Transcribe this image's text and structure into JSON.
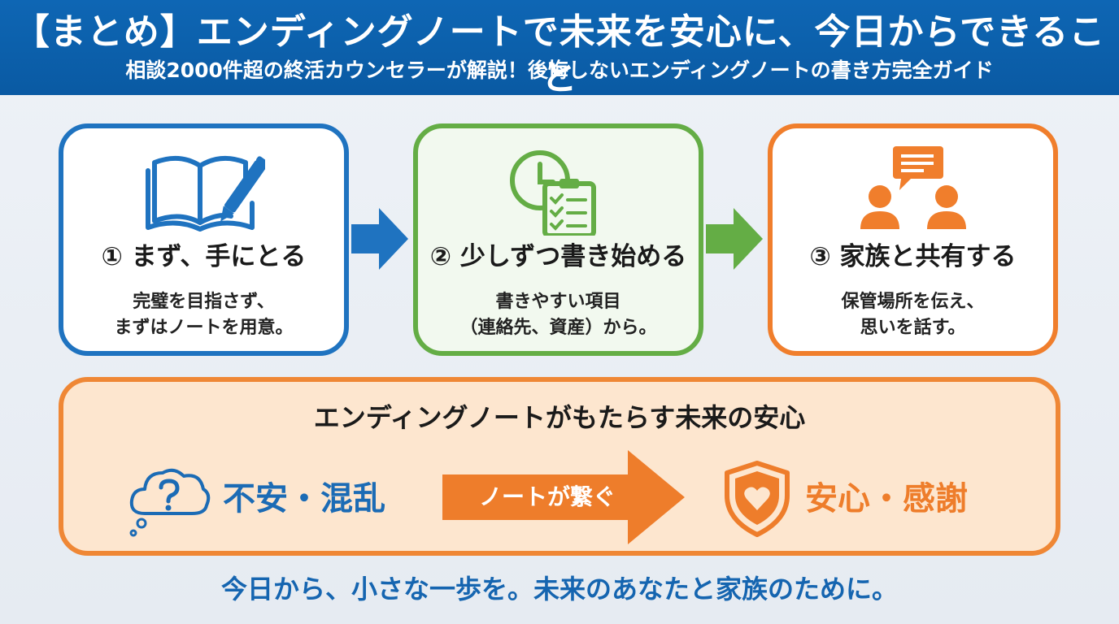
{
  "header": {
    "title": "【まとめ】エンディングノートで未来を安心に、今日からできること",
    "subtitle": "相談2000件超の終活カウンセラーが解説！後悔しないエンディングノートの書き方完全ガイド"
  },
  "steps": [
    {
      "title": "① まず、手にとる",
      "desc_line1": "完璧を目指さず、",
      "desc_line2": "まずはノートを用意。",
      "icon": "open-notebook-pen-icon",
      "color": "#1f73c0"
    },
    {
      "title": "② 少しずつ書き始める",
      "desc_line1": "書きやすい項目",
      "desc_line2": "（連絡先、資産）から。",
      "icon": "clock-checklist-icon",
      "color": "#64ad45"
    },
    {
      "title": "③ 家族と共有する",
      "desc_line1": "保管場所を伝え、",
      "desc_line2": "思いを話す。",
      "icon": "family-chat-icon",
      "color": "#f07e2c"
    }
  ],
  "panel": {
    "title": "エンディングノートがもたらす未来の安心",
    "left_label": "不安・混乱",
    "arrow_label": "ノートが繋ぐ",
    "right_label": "安心・感謝",
    "left_icon": "question-cloud-icon",
    "right_icon": "heart-shield-icon"
  },
  "footer": "今日から、小さな一歩を。未来のあなたと家族のために。",
  "colors": {
    "header_bg": "#0e66b4",
    "blue": "#1f73c0",
    "green": "#64ad45",
    "orange": "#f07e2c",
    "panel_bg": "#fde6cf"
  }
}
